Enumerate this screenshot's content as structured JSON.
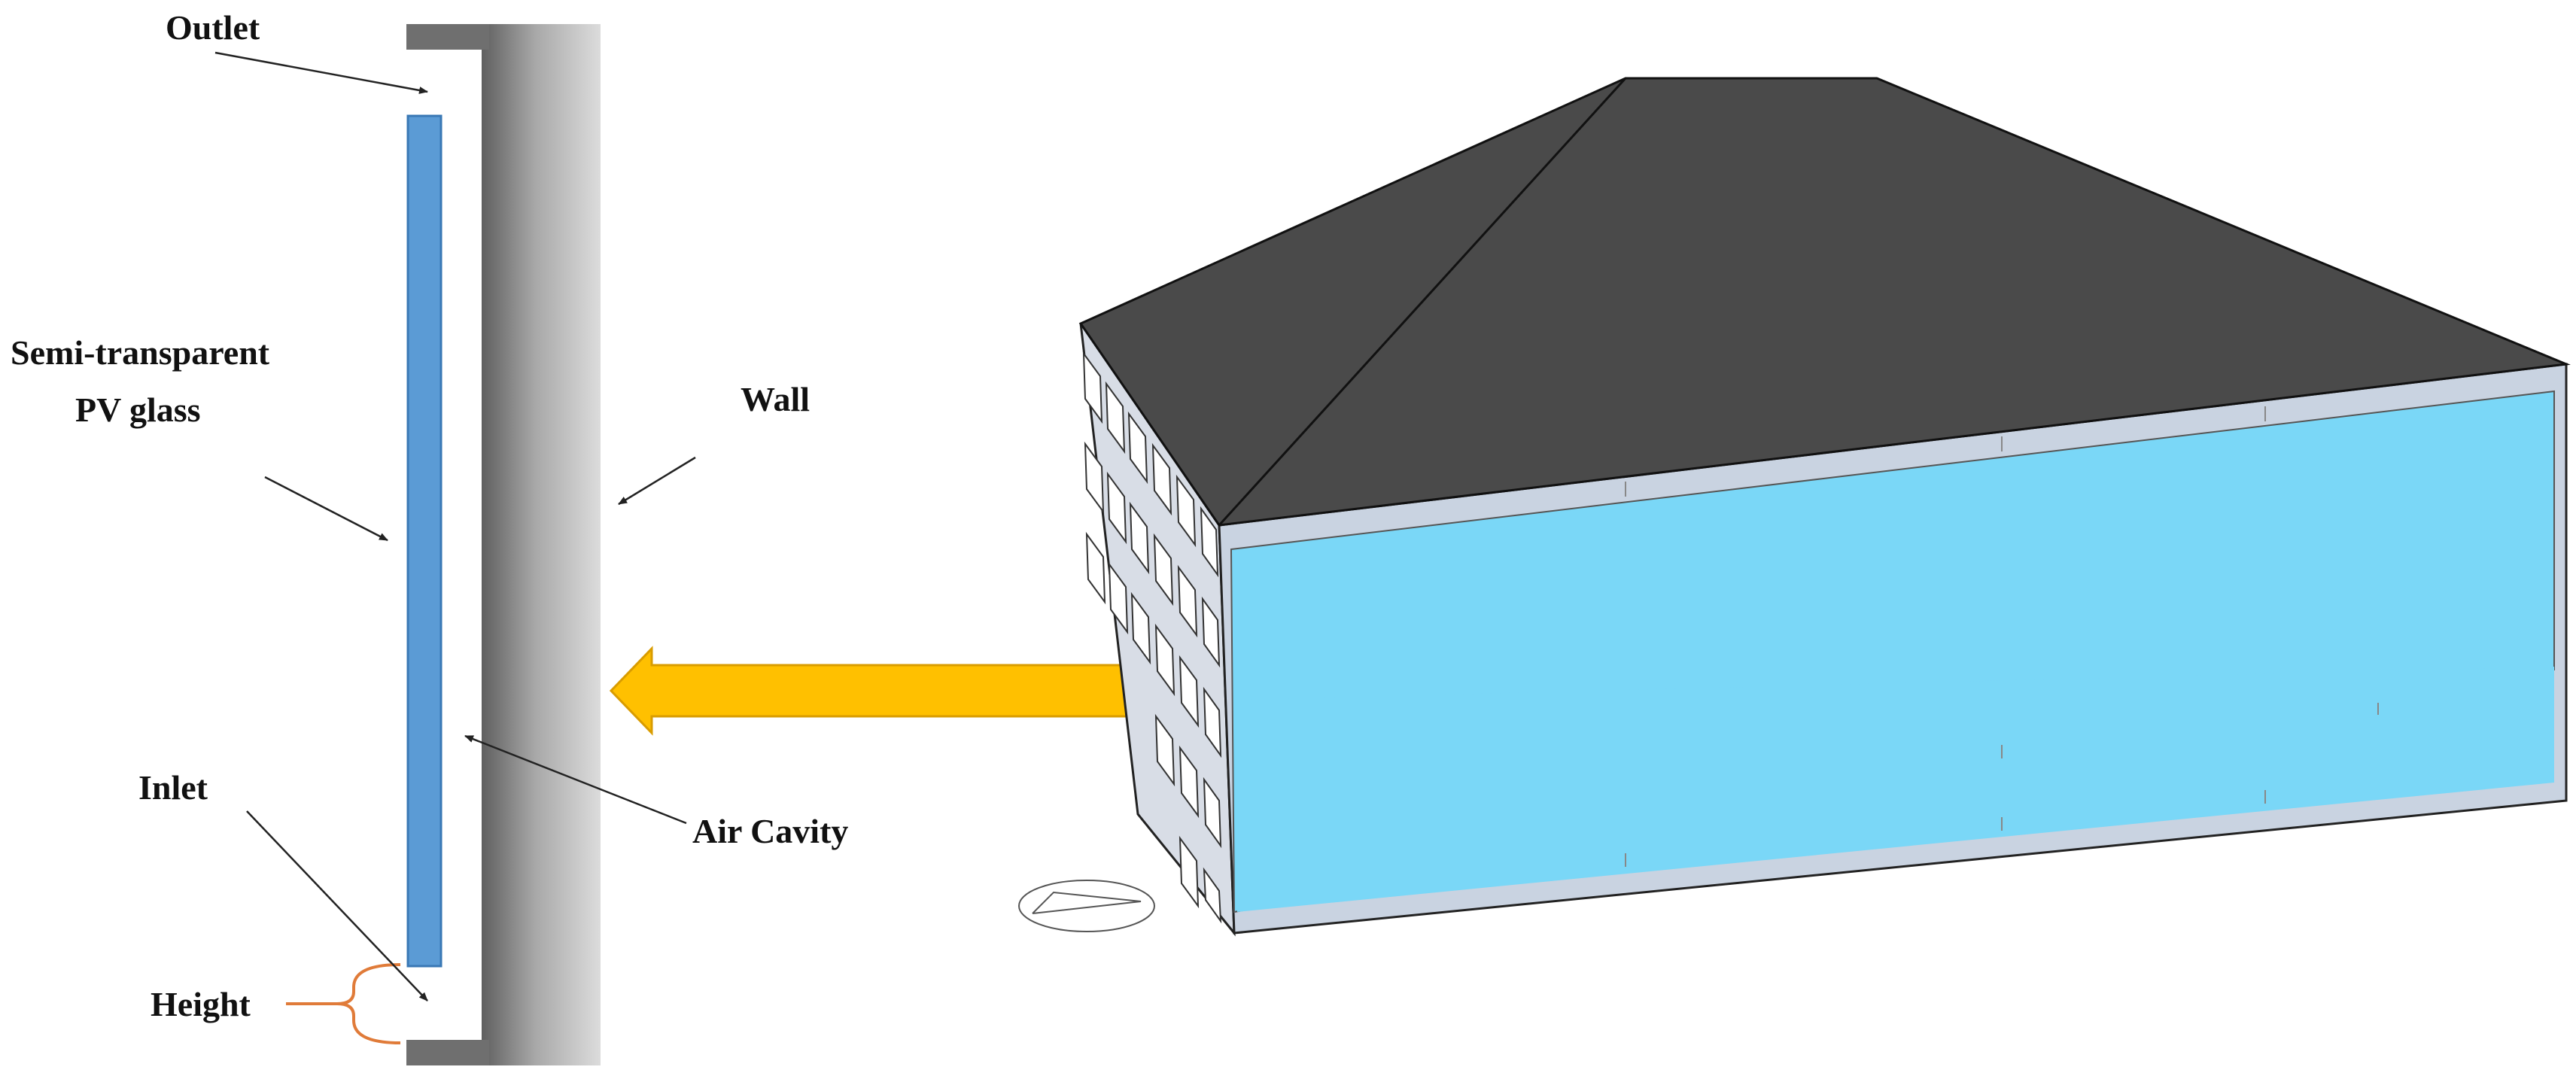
{
  "labels": {
    "outlet": "Outlet",
    "pv_glass_line1": "Semi-transparent",
    "pv_glass_line2": "PV glass",
    "wall": "Wall",
    "inlet": "Inlet",
    "height": "Height",
    "air_cavity": "Air Cavity"
  },
  "colors": {
    "pv_glass": "#5b9bd5",
    "arrow": "#ffc000",
    "facade": "#7ad7f7",
    "roof": "#4a4a4a",
    "frame": "#6f6f6f",
    "height_bracket": "#e07b39"
  },
  "icons": {
    "direction_arrow": "pointing-arrow-icon",
    "compass": "compass-ellipse-icon"
  }
}
